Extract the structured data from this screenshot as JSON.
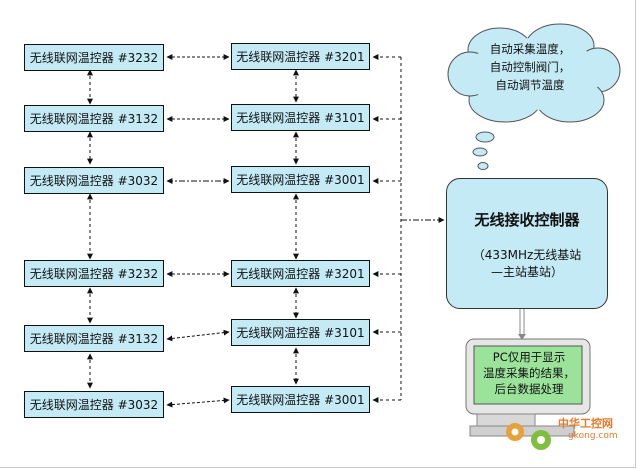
{
  "nodes": {
    "l1": "无线联网温控器 #3232",
    "l2": "无线联网温控器 #3132",
    "l3": "无线联网温控器 #3032",
    "l4": "无线联网温控器 #3232",
    "l5": "无线联网温控器 #3132",
    "l6": "无线联网温控器 #3032",
    "r1": "无线联网温控器 #3201",
    "r2": "无线联网温控器 #3101",
    "r3": "无线联网温控器 #3001",
    "r4": "无线联网温控器 #3201",
    "r5": "无线联网温控器 #3101",
    "r6": "无线联网温控器 #3001"
  },
  "cloud": {
    "line1": "自动采集温度，",
    "line2": "自动控制阀门，",
    "line3": "自动调节温度"
  },
  "controller": {
    "title": "无线接收控制器",
    "sub1": "（433MHz无线基站",
    "sub2": "—主站基站）"
  },
  "pc": {
    "line1": "PC仅用于显示",
    "line2": "温度采集的结果，",
    "line3": "后台数据处理"
  },
  "watermark": {
    "text": "中华工控网",
    "url": "gkong.com"
  },
  "colors": {
    "node_fill": "#c4eaf6",
    "screen_fill": "#9be39b",
    "watermark": "#e8792a"
  }
}
